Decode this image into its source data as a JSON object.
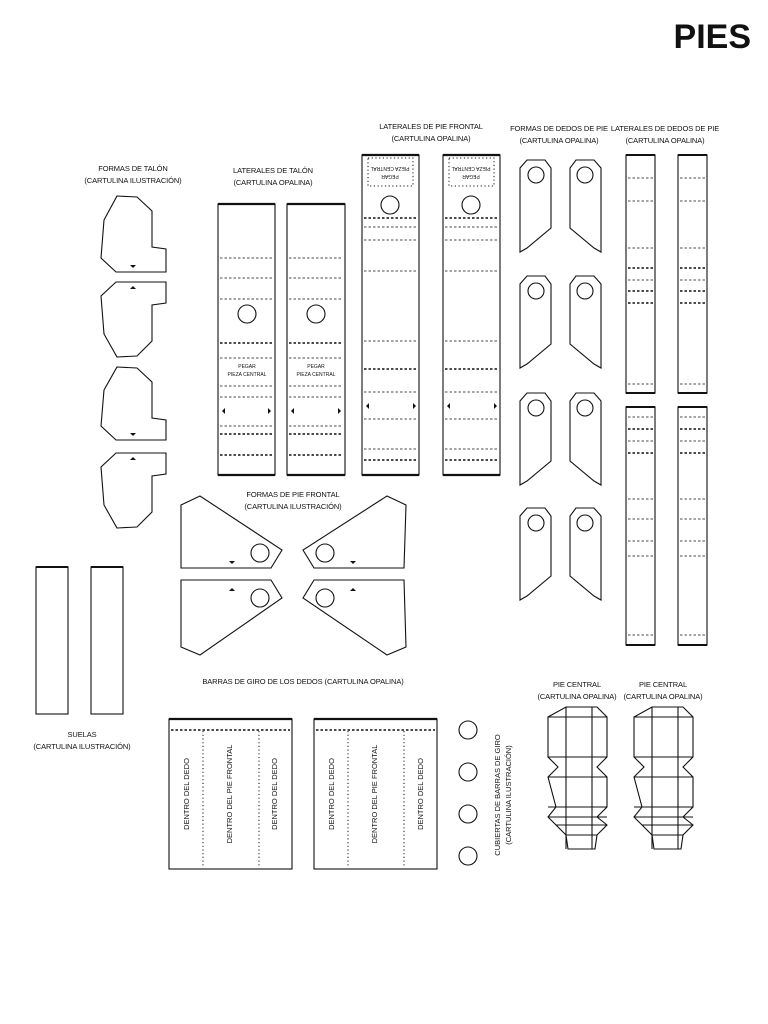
{
  "page": {
    "title": "PIES"
  },
  "sections": {
    "formas_talon": {
      "line1": "FORMAS DE TALÓN",
      "line2": "(CARTULINA ILUSTRACIÓN)"
    },
    "laterales_talon": {
      "line1": "LATERALES DE TALÓN",
      "line2": "(CARTULINA OPALINA)"
    },
    "laterales_pie_frontal": {
      "line1": "LATERALES DE PIE FRONTAL",
      "line2": "(CARTULINA OPALINA)"
    },
    "formas_dedos": {
      "line1": "FORMAS DE DEDOS DE PIE",
      "line2": "(CARTULINA OPALINA)"
    },
    "laterales_dedos": {
      "line1": "LATERALES DE DEDOS DE PIE",
      "line2": "(CARTULINA OPALINA)"
    },
    "formas_pie_frontal": {
      "line1": "FORMAS DE PIE FRONTAL",
      "line2": "(CARTULINA ILUSTRACIÓN)"
    },
    "suelas": {
      "line1": "SUELAS",
      "line2": "(CARTULINA ILUSTRACIÓN)"
    },
    "barras_giro": {
      "line1": "BARRAS DE GIRO DE LOS DEDOS (CARTULINA OPALINA)"
    },
    "cubiertas": {
      "line1": "CUBIERTAS DE BARRAS DE GIRO",
      "line2": "(CARTULINA ILUSTRACIÓN)"
    },
    "pie_central_1": {
      "line1": "PIE CENTRAL",
      "line2": "(CARTULINA OPALINA)"
    },
    "pie_central_2": {
      "line1": "PIE CENTRAL",
      "line2": "(CARTULINA OPALINA)"
    }
  },
  "piece_labels": {
    "pegar": "PEGAR",
    "pieza_central": "PIEZA CENTRAL",
    "dentro_dedo": "DENTRO DEL DEDO",
    "dentro_pie_frontal": "DENTRO DEL PIE FRONTAL"
  }
}
